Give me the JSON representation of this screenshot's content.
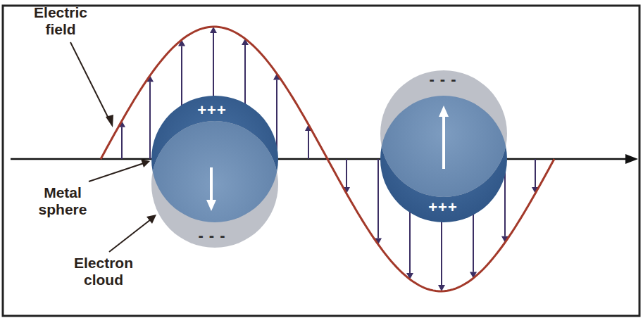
{
  "diagram": {
    "labels": [
      "Electric field",
      "+++",
      "- - -",
      "Metal sphere",
      "+++",
      "- - -",
      "Electron cloud"
    ]
  }
}
